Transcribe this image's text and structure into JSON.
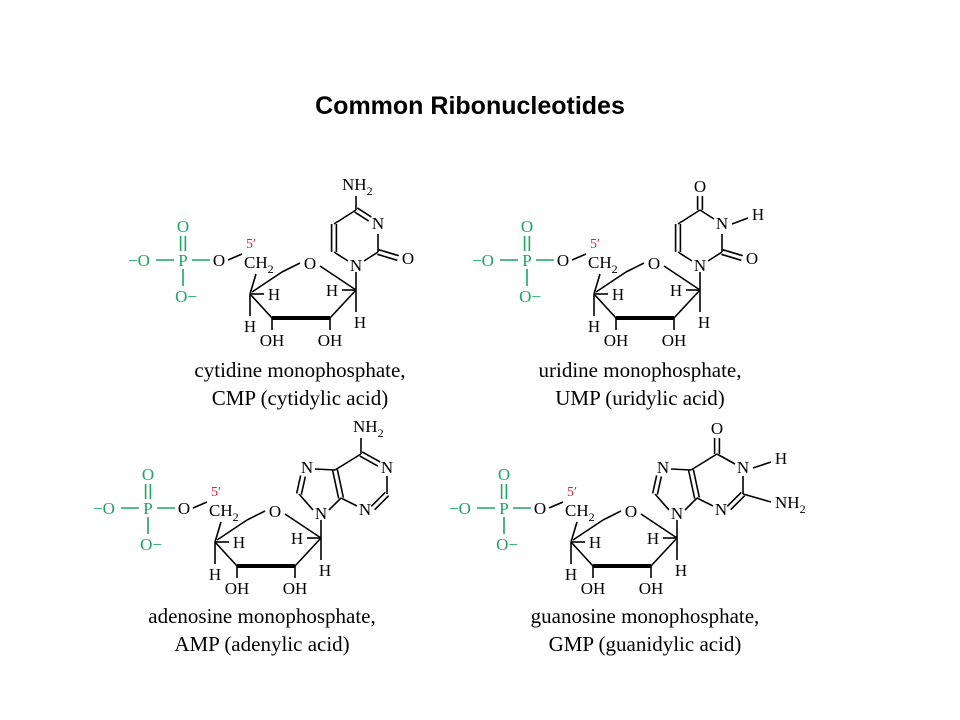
{
  "title": "Common Ribonucleotides",
  "colors": {
    "phosphate": "#1aa661",
    "position_label": "#d8213f",
    "text": "#000000"
  },
  "labels": {
    "O": "O",
    "O_minus_left": "−O",
    "O_minus_bottom": "O−",
    "P": "P",
    "five_prime": "5′",
    "CH2": "CH",
    "sub2": "2",
    "H": "H",
    "OH": "OH",
    "N": "N",
    "NH2": "NH",
    "N_H": "N"
  },
  "molecules": [
    {
      "name": "cytidine monophosphate,",
      "abbr": "CMP (cytidylic acid)",
      "base": "cytosine"
    },
    {
      "name": "uridine monophosphate,",
      "abbr": "UMP (uridylic acid)",
      "base": "uracil"
    },
    {
      "name": "adenosine monophosphate,",
      "abbr": "AMP (adenylic acid)",
      "base": "adenine"
    },
    {
      "name": "guanosine monophosphate,",
      "abbr": "GMP (guanidylic acid)",
      "base": "guanine"
    }
  ]
}
